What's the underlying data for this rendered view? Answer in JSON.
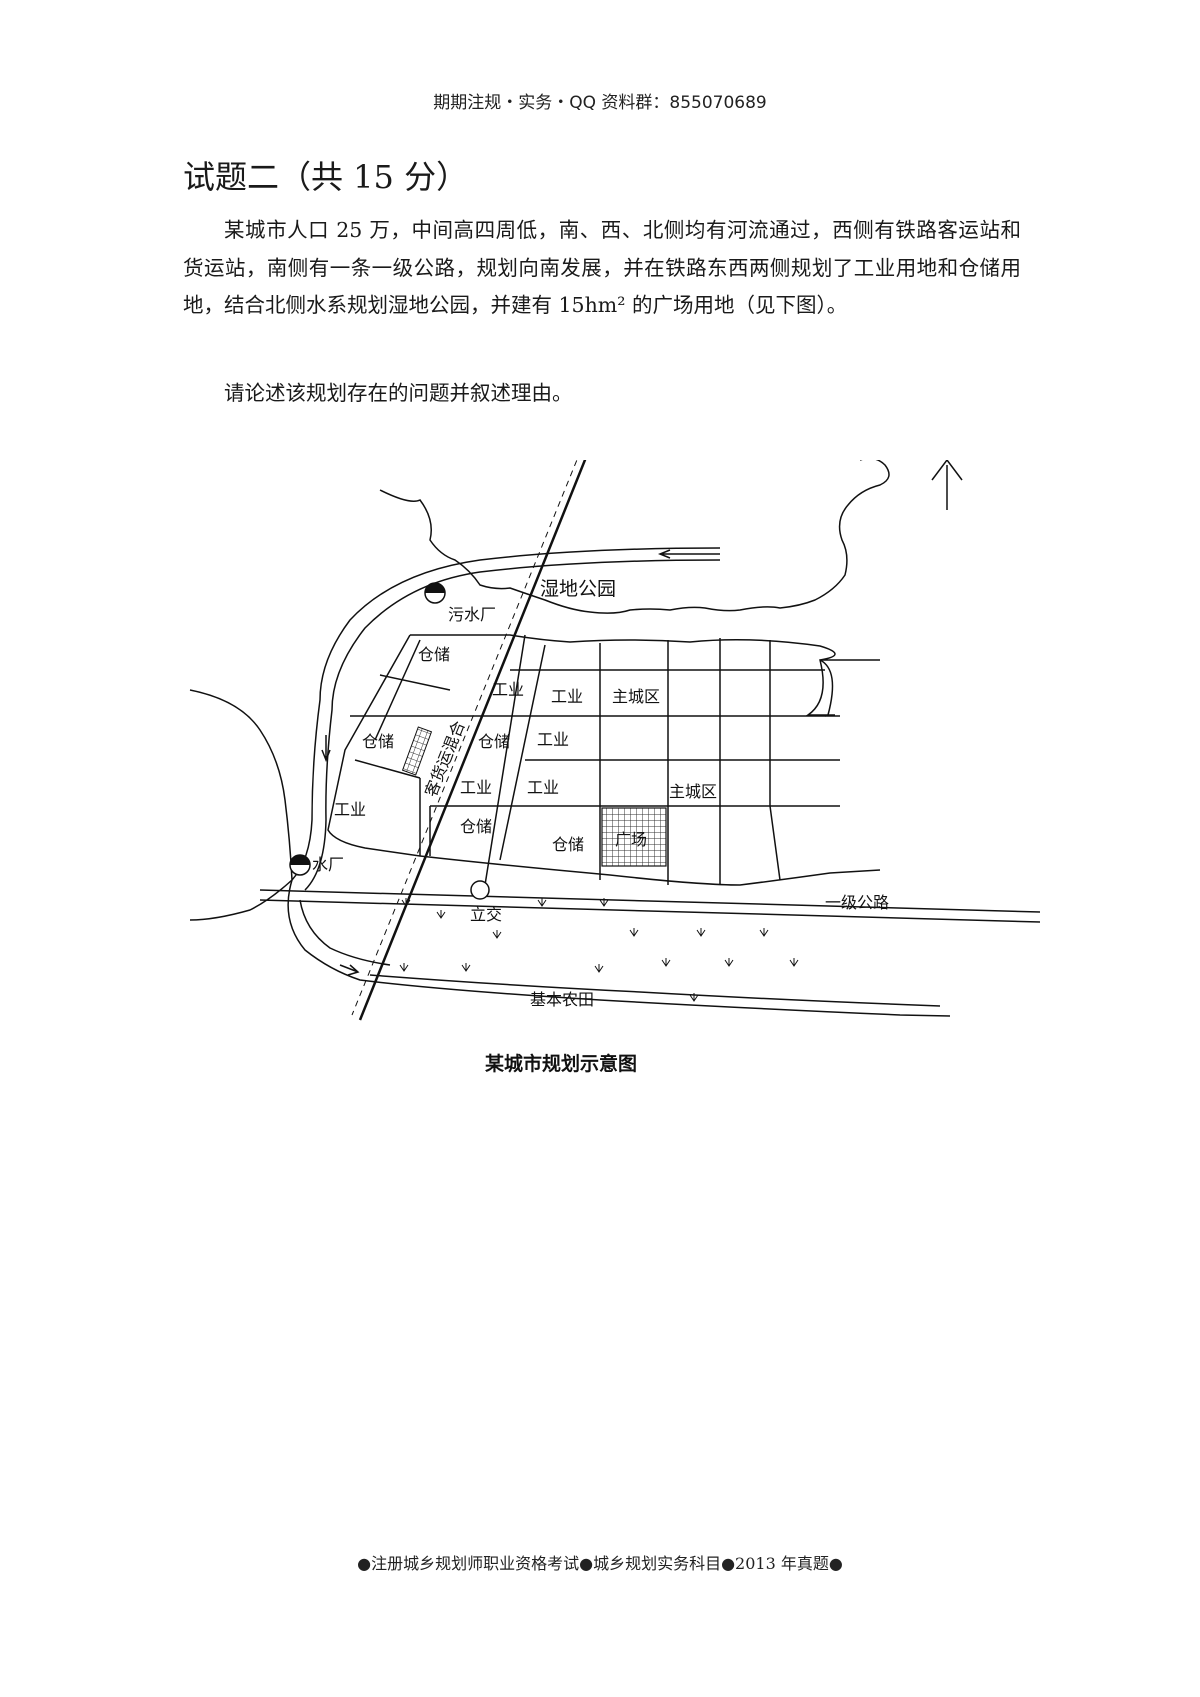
{
  "header": {
    "text": "期期注规・实务・QQ 资料群：855070689"
  },
  "title": "试题二（共 15 分）",
  "paragraphs": {
    "description": "某城市人口 25 万，中间高四周低，南、西、北侧均有河流通过，西侧有铁路客运站和货运站，南侧有一条一级公路，规划向南发展，并在铁路东西两侧规划了工业用地和仓储用地，结合北侧水系规划湿地公园，并建有 15hm² 的广场用地（见下图）。",
    "question": "请论述该规划存在的问题并叙述理由。"
  },
  "map": {
    "north": "N",
    "wetland_park": "湿地公园",
    "sewage_plant": "污水厂",
    "water_plant": "水厂",
    "station": "客货运混合",
    "interchange": "立交",
    "highway": "一级公路",
    "farmland": "基本农田",
    "plaza": "广场",
    "zones": {
      "storage_nw": "仓储",
      "storage_w": "仓储",
      "industry_sw": "工业",
      "industry_1": "工业",
      "industry_2": "工业",
      "main_city_1": "主城区",
      "storage_c": "仓储",
      "industry_3": "工业",
      "industry_4": "工业",
      "industry_5": "工业",
      "main_city_2": "主城区",
      "storage_s1": "仓储",
      "storage_s2": "仓储"
    },
    "caption": "某城市规划示意图",
    "colors": {
      "line": "#111111",
      "plaza_hatch": "#333333"
    }
  },
  "footer": {
    "text": "●注册城乡规划师职业资格考试●城乡规划实务科目●2013 年真题●"
  }
}
